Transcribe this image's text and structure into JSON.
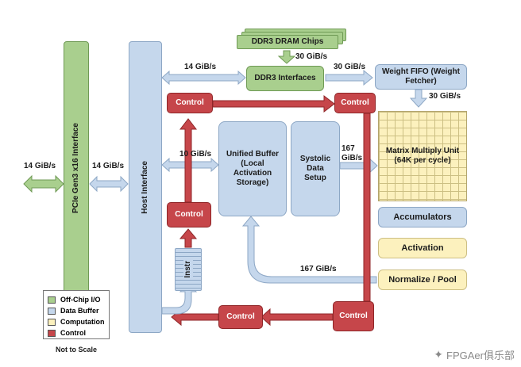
{
  "blocks": {
    "pcie": "PCIe Gen3 x16 Interface",
    "host_interface": "Host Interface",
    "dram_chips": "DDR3 DRAM Chips",
    "ddr3_interfaces": "DDR3 Interfaces",
    "weight_fifo": "Weight FIFO (Weight Fetcher)",
    "unified_buffer": "Unified Buffer (Local Activation Storage)",
    "systolic_setup": "Systolic Data Setup",
    "matrix_unit": "Matrix Multiply Unit (64K per cycle)",
    "accumulators": "Accumulators",
    "activation": "Activation",
    "normalize_pool": "Normalize / Pool",
    "instr": "Instr",
    "control": "Control"
  },
  "bandwidths": {
    "pcie_external": "14 GiB/s",
    "pcie_host": "14 GiB/s",
    "host_ddr3": "14 GiB/s",
    "dram_to_ddr3": "30 GiB/s",
    "ddr3_to_fifo": "30 GiB/s",
    "fifo_to_matrix": "30 GiB/s",
    "host_to_buffer": "10 GiB/s",
    "setup_to_matrix": "167 GiB/s",
    "pool_to_buffer": "167 GiB/s"
  },
  "legend": [
    {
      "label": "Off-Chip I/O",
      "color": "#a9cf8e"
    },
    {
      "label": "Data Buffer",
      "color": "#c5d7ec"
    },
    {
      "label": "Computation",
      "color": "#fcf1be"
    },
    {
      "label": "Control",
      "color": "#c6464a"
    }
  ],
  "footnote": "Not to Scale",
  "watermark": "FPGAer俱乐部"
}
